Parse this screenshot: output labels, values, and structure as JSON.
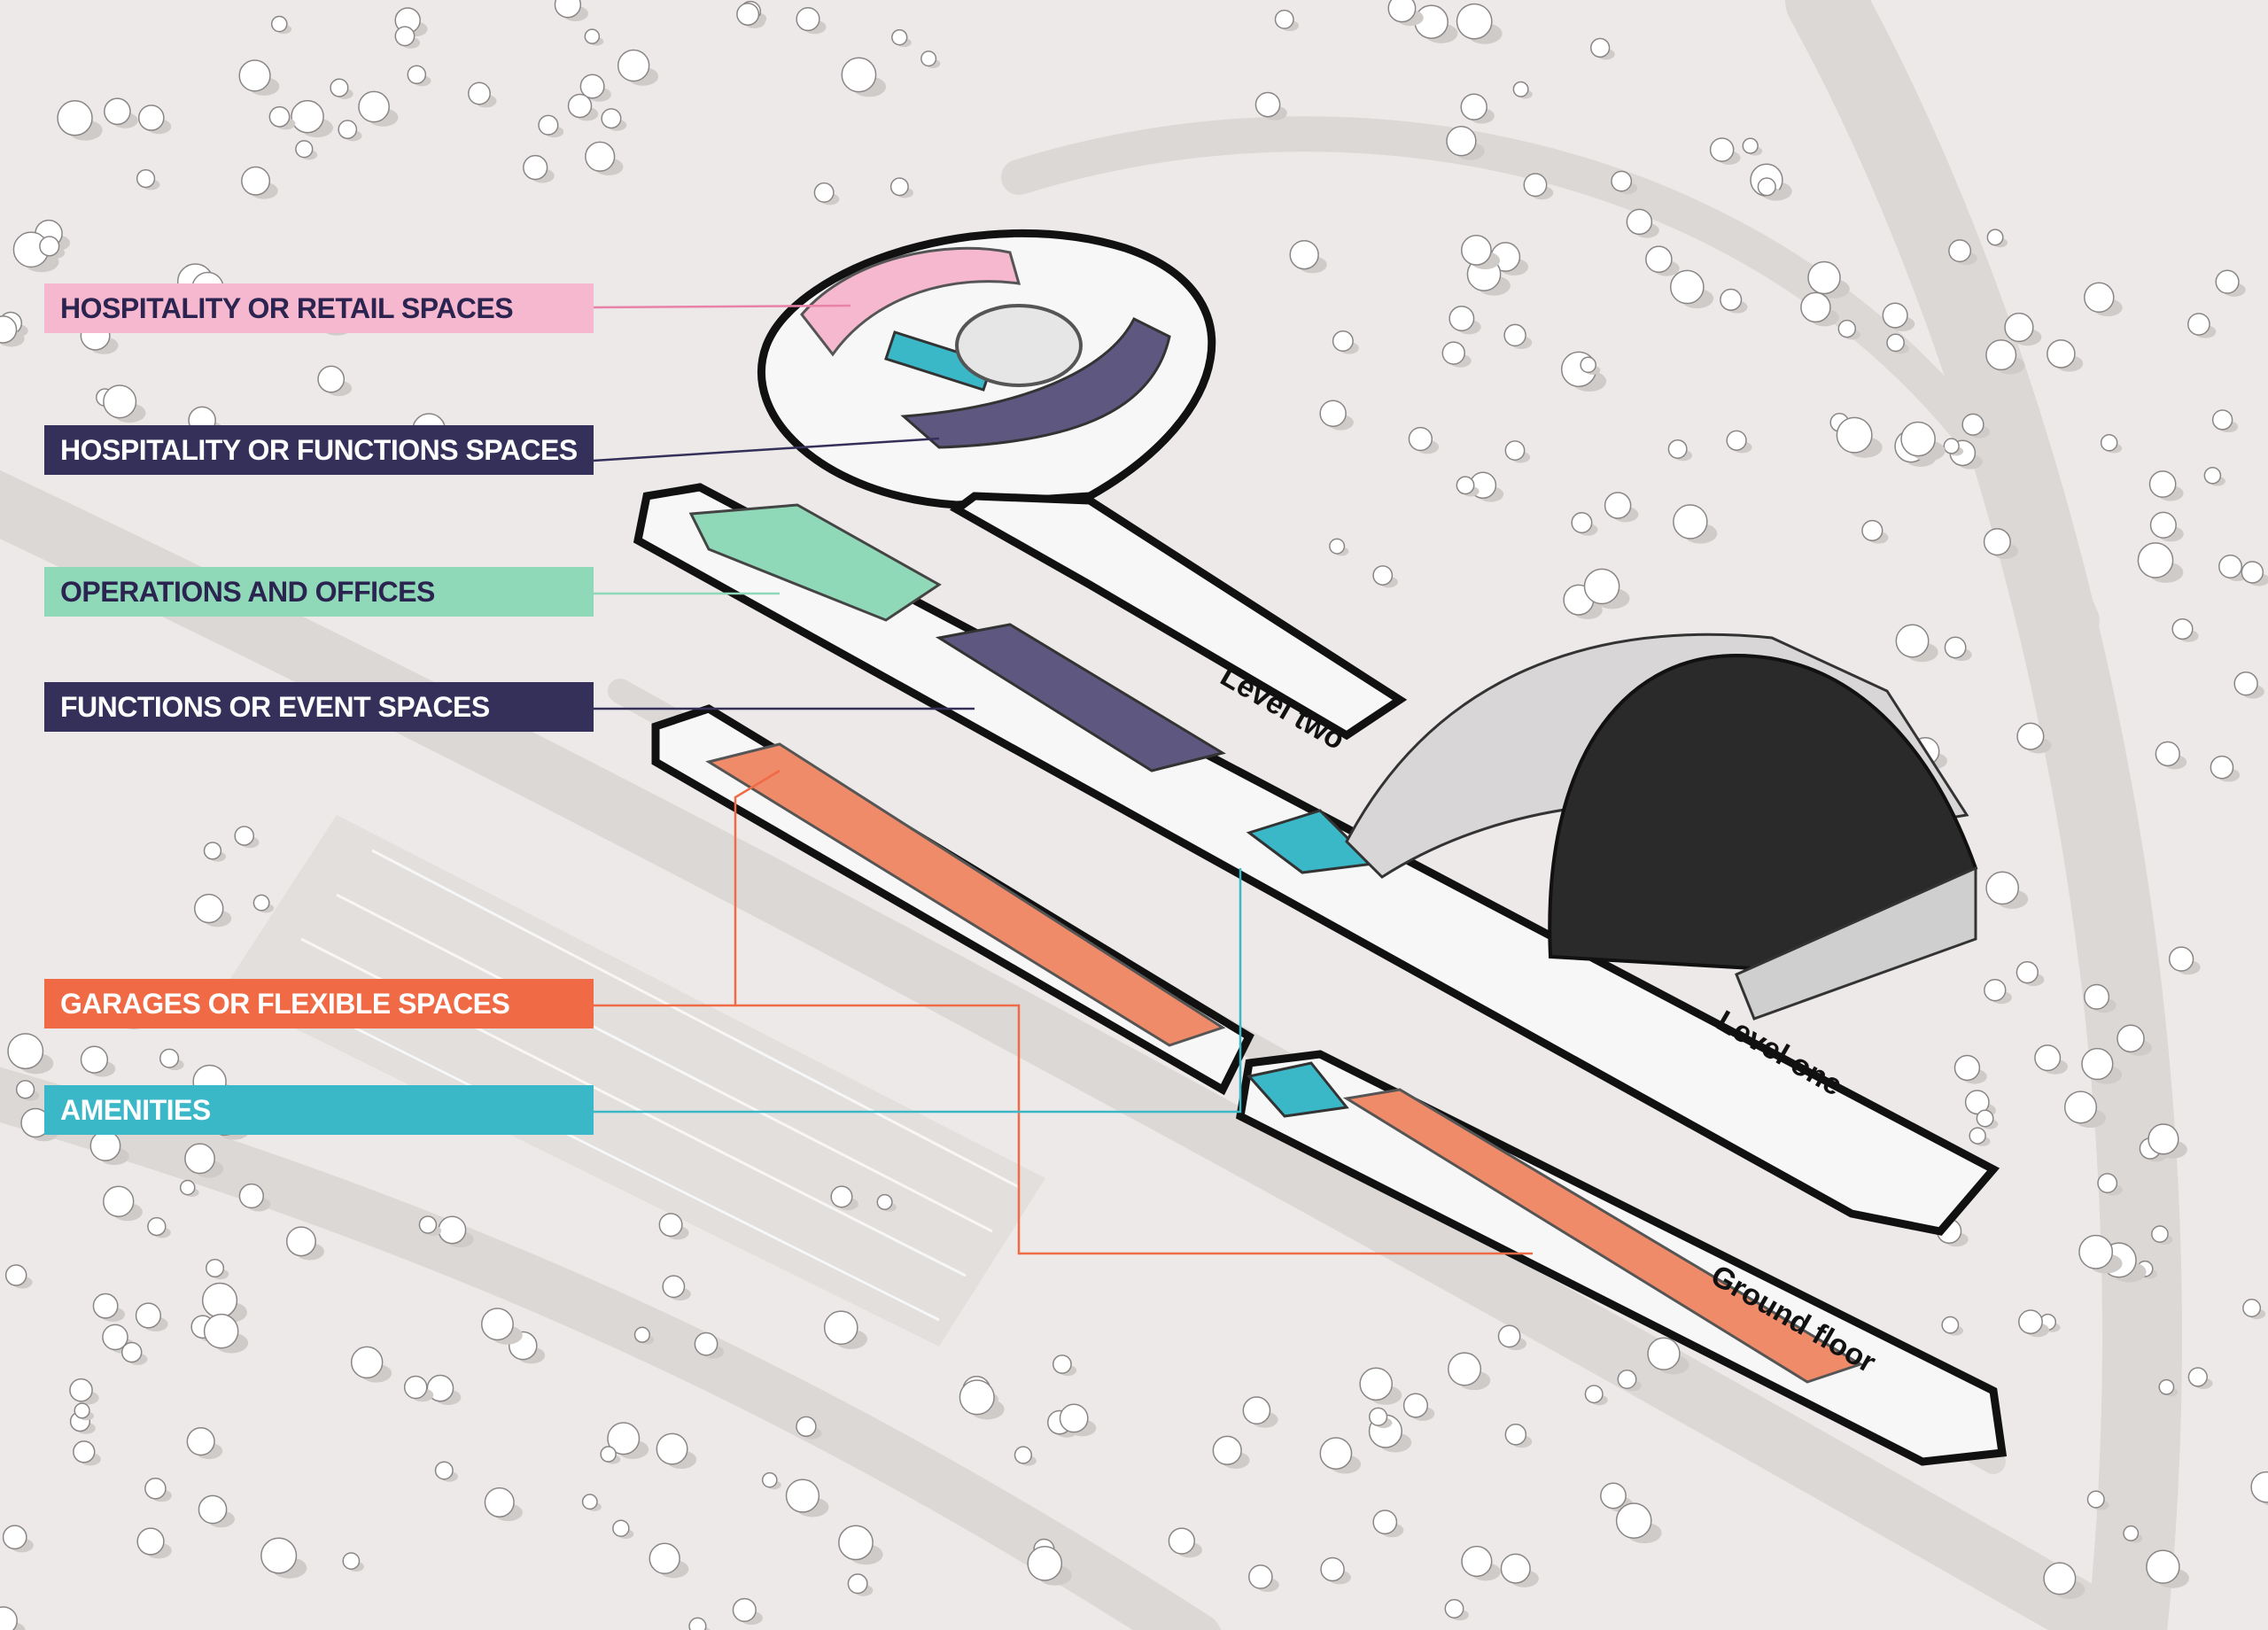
{
  "legend": [
    {
      "key": "hospitality_retail",
      "label": "HOSPITALITY OR RETAIL SPACES",
      "color": "#f6b8cf",
      "text_color": "#2b2450"
    },
    {
      "key": "hospitality_functions",
      "label": "HOSPITALITY OR FUNCTIONS SPACES",
      "color": "#35305a",
      "text_color": "#ffffff"
    },
    {
      "key": "operations_offices",
      "label": "OPERATIONS AND OFFICES",
      "color": "#8fd8b8",
      "text_color": "#2b2450"
    },
    {
      "key": "functions_events",
      "label": "FUNCTIONS OR EVENT SPACES",
      "color": "#35305a",
      "text_color": "#ffffff"
    },
    {
      "key": "garages_flexible",
      "label": "GARAGES OR FLEXIBLE SPACES",
      "color": "#f06a45",
      "text_color": "#ffffff"
    },
    {
      "key": "amenities",
      "label": "AMENITIES",
      "color": "#3bb8c8",
      "text_color": "#ffffff"
    }
  ],
  "floor_labels": {
    "level_two": "Level two",
    "level_one": "Level one",
    "ground_floor": "Ground floor"
  },
  "colors": {
    "background": "#ece9e8",
    "road": "#dedad8",
    "tree": "#ffffff",
    "outline": "#111111",
    "floor_fill": "#f7f7f7"
  }
}
